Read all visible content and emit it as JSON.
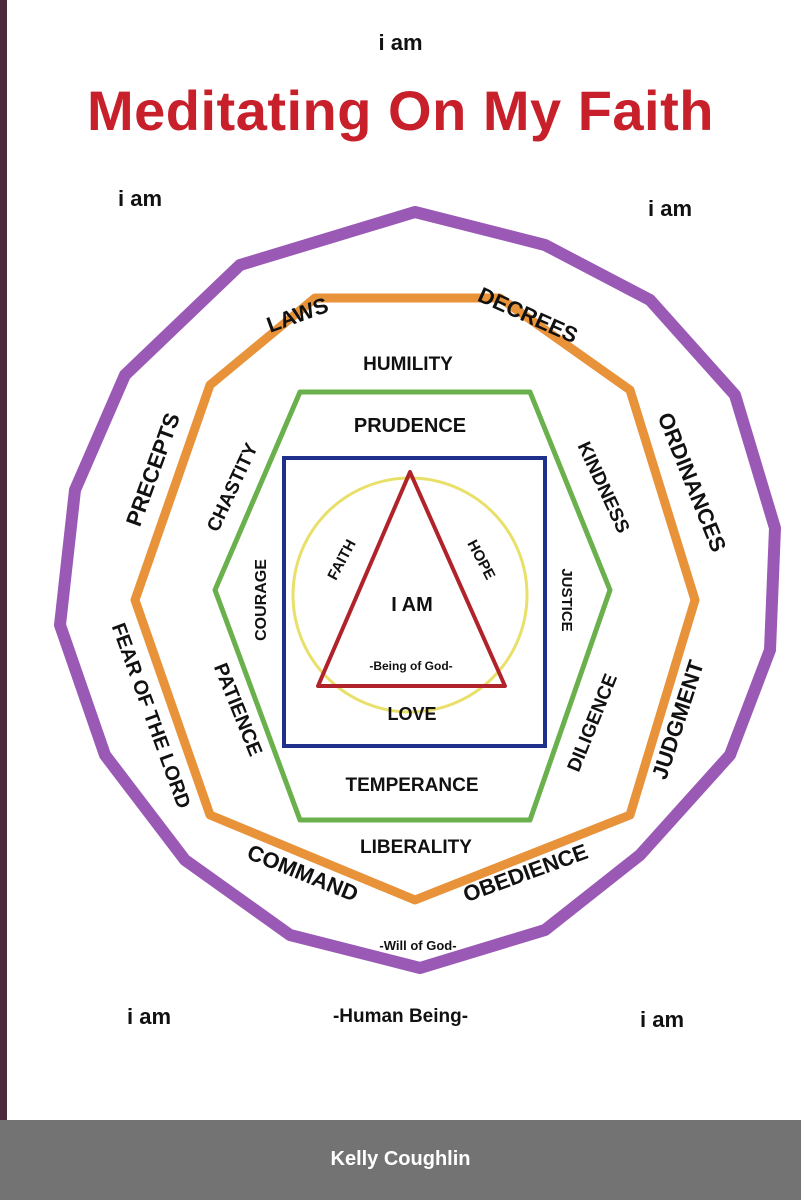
{
  "header": {
    "small_text": "i am",
    "title": "Meditating On My Faith"
  },
  "corners": {
    "top_left": "i am",
    "top_right": "i am",
    "bottom_left": "i am",
    "bottom_right": "i am"
  },
  "diagram": {
    "colors": {
      "outer": "#9b59b6",
      "orange": "#e8923a",
      "green": "#6ab04c",
      "blue": "#1f2f8c",
      "yellow": "#e9e06a",
      "triangle": "#b0232a",
      "title": "#c8202a"
    },
    "outer_ring": {
      "laws": "LAWS",
      "decrees": "DECREES",
      "ordinances": "ORDINANCES",
      "judgment": "JUDGMENT",
      "obedience": "OBEDIENCE",
      "command": "COMMAND",
      "fear_of_the_lord": "FEAR OF THE LORD",
      "precepts": "PRECEPTS",
      "will_of_god": "-Will of God-",
      "human_being": "-Human Being-"
    },
    "middle_ring": {
      "humility": "HUMILITY",
      "kindness": "KINDNESS",
      "diligence": "DILIGENCE",
      "liberality": "LIBERALITY",
      "patience": "PATIENCE",
      "chastity": "CHASTITY"
    },
    "inner_ring": {
      "prudence": "PRUDENCE",
      "justice": "JUSTICE",
      "temperance": "TEMPERANCE",
      "courage": "COURAGE"
    },
    "center": {
      "faith": "FAITH",
      "hope": "HOPE",
      "love": "LOVE",
      "i_am": "I AM",
      "being_of_god": "-Being of God-"
    }
  },
  "footer": {
    "author": "Kelly Coughlin"
  }
}
